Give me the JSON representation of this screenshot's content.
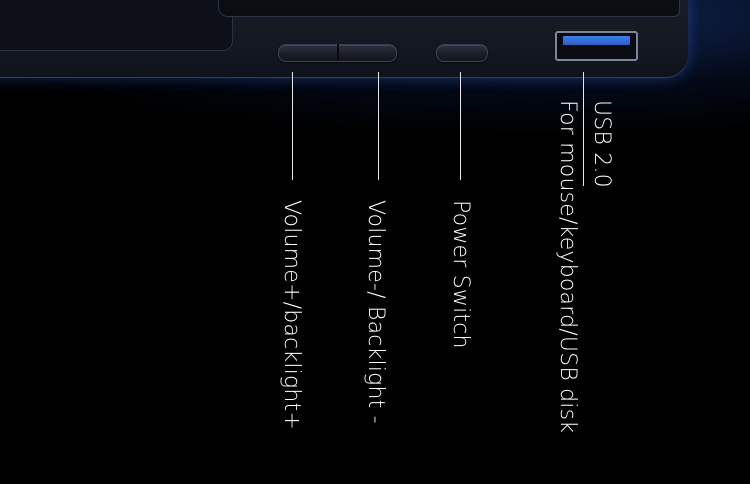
{
  "labels": {
    "usb_title": "USB 2.0",
    "usb_desc": "For mouse/keyboard/USB disk",
    "power": "Power Switch",
    "volume_down": "Volume-/ Backlight -",
    "volume_up": "Volume+/backlight+"
  },
  "colors": {
    "background": "#000000",
    "device_body": "#151924",
    "usb_tongue": "#3f7de8",
    "text": "#ffffff"
  }
}
